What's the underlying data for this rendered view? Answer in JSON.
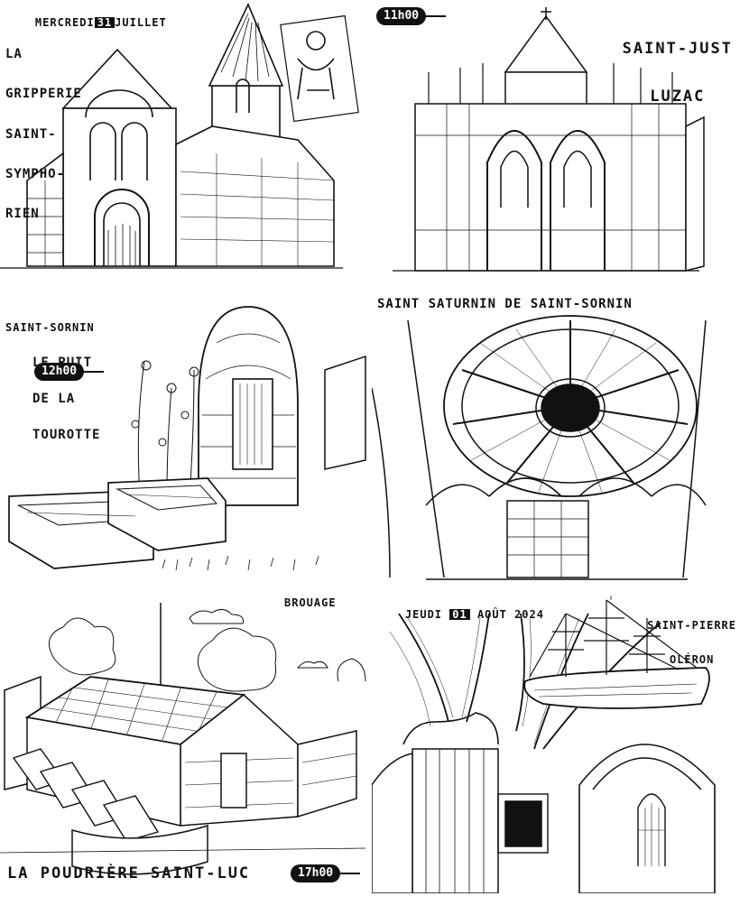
{
  "panels": {
    "p1": {
      "date_day": "MERCREDI",
      "date_num": "31",
      "date_month": "JUILLET",
      "title_line1": "LA",
      "title_line2": "GRIPPERIE",
      "title_line3": "SAINT-",
      "title_line4": "SYMPHO-",
      "title_line5": "RIEN"
    },
    "p2": {
      "time": "11h00",
      "title_line1": "SAINT-JUST",
      "title_line2": "LUZAC"
    },
    "p3": {
      "title_line1": "SAINT-SORNIN",
      "title_line2": "LE PUIT",
      "title_line3": "DE LA",
      "title_line4": "TOUROTTE",
      "time": "12h00"
    },
    "p4": {
      "title": "SAINT SATURNIN DE SAINT-SORNIN"
    },
    "p5": {
      "place": "BROUAGE",
      "title": "LA POUDRIÈRE SAINT-LUC",
      "time": "17h00"
    },
    "p6": {
      "date_day": "JEUDI",
      "date_num": "01",
      "date_month": "AOÛT 2024",
      "title_line1": "SAINT-PIERRE",
      "title_line2": "OLÉRON"
    }
  },
  "colors": {
    "ink": "#111111",
    "paper": "#ffffff"
  }
}
